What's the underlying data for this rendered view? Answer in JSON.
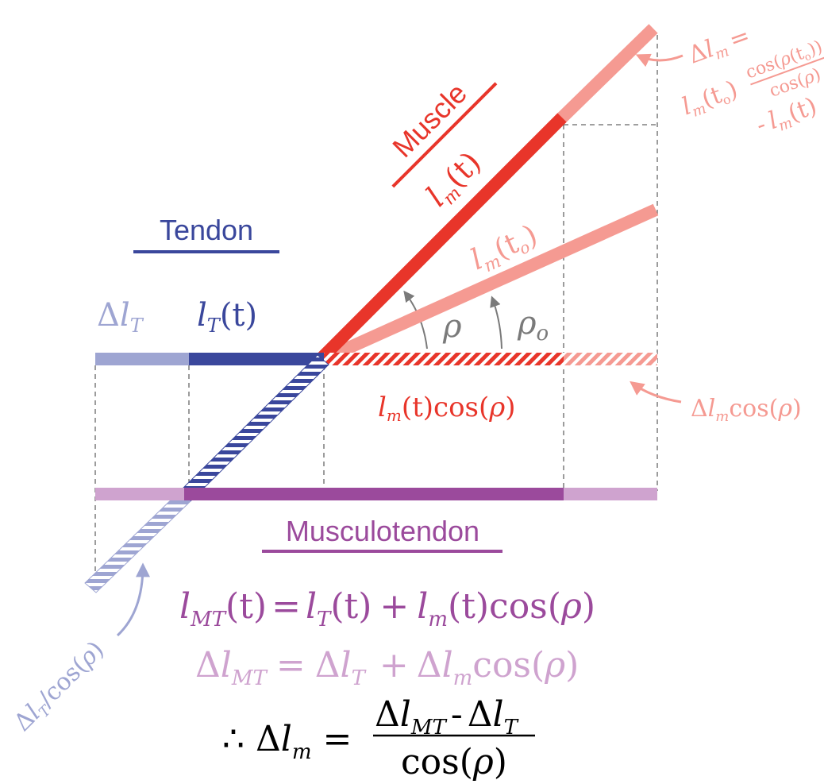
{
  "colors": {
    "tendon": "#3a479c",
    "tendon_light": "#9ea5d2",
    "muscle": "#e8352a",
    "muscle_light": "#f59a92",
    "mt": "#9b4a9c",
    "mt_light": "#cfa3cf",
    "guide": "#666666",
    "angle": "#7a7a7a"
  },
  "labels": {
    "tendon_title": "Tendon",
    "muscle_title": "Muscle",
    "mt_title": "Musculotendon"
  },
  "sym": {
    "delta": "Δ",
    "l": "l",
    "m": "m",
    "T": "T",
    "MT": "MT",
    "t": "t",
    "to": "t",
    "to_sub": "o",
    "open": "(",
    "close": ")",
    "rho": "ρ",
    "rho_o": "ρ",
    "o": "o",
    "cos": "cos",
    "eq": "=",
    "plus": "+",
    "minus": "-",
    "slash": "/",
    "therefore": "∴"
  },
  "equations": {
    "eq1": "l_MT(t) = l_T(t) + l_m(t)cos(ρ)",
    "eq2": "Δl_MT = Δl_T + Δl_m cos(ρ)",
    "eq3": "∴ Δl_m = (Δl_MT - Δl_T) / cos(ρ)"
  },
  "annotations": {
    "dlm_top": "Δl_m = l_m(t_o) cos(ρ(t_o)) / cos(ρ) - l_m(t)",
    "dlm_cos": "Δl_m cos(ρ)",
    "dlt_cos": "Δl_T/cos(ρ)"
  }
}
